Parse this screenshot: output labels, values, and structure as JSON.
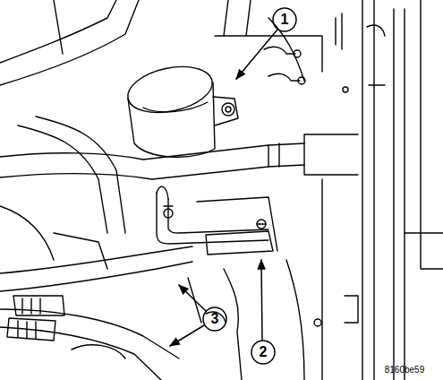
{
  "diagram": {
    "labels": [
      "1",
      "2",
      "3",
      "8160be59"
    ]
  }
}
